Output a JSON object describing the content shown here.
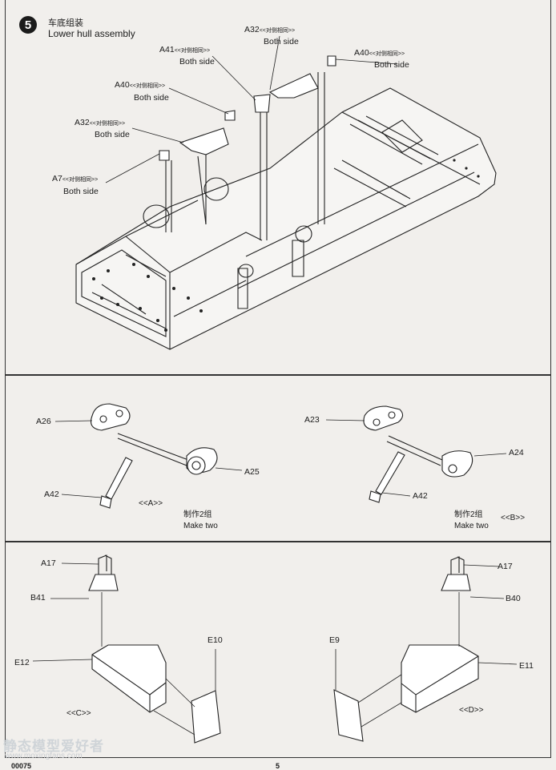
{
  "step": {
    "number": "5",
    "title_cn": "车底组装",
    "title_en": "Lower hull assembly"
  },
  "top_labels": [
    {
      "part": "A32",
      "cn": "<<对侧相同>>",
      "sub": "Both side"
    },
    {
      "part": "A41",
      "cn": "<<对侧相同>>",
      "sub": "Both side"
    },
    {
      "part": "A40",
      "cn": "<<对侧相同>>",
      "sub": "Both side"
    },
    {
      "part": "A40",
      "cn": "<<对侧相同>>",
      "sub": "Both side"
    },
    {
      "part": "A32",
      "cn": "<<对侧相同>>",
      "sub": "Both side"
    },
    {
      "part": "A7",
      "cn": "<<对侧相同>>",
      "sub": "Both side"
    }
  ],
  "sub_a": {
    "labels": [
      "A26",
      "A25",
      "A42"
    ],
    "name": "<<A>>",
    "make_cn": "制作2组",
    "make_en": "Make two"
  },
  "sub_b": {
    "labels": [
      "A23",
      "A24",
      "A42"
    ],
    "name": "<<B>>",
    "make_cn": "制作2组",
    "make_en": "Make two"
  },
  "sub_c": {
    "labels": [
      "A17",
      "B41",
      "E12",
      "E10"
    ],
    "name": "<<C>>"
  },
  "sub_d": {
    "labels": [
      "A17",
      "B40",
      "E9",
      "E11"
    ],
    "name": "<<D>>"
  },
  "watermark": {
    "title": "静态模型爱好者",
    "url": "www.moxingfans.com"
  },
  "footer": {
    "left": "00075",
    "center": "5"
  }
}
